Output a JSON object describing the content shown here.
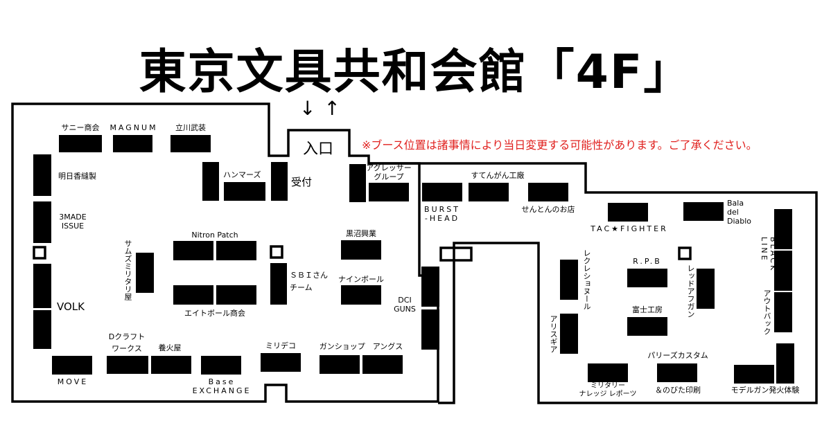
{
  "title": "東京文具共和会館「4F」",
  "notice": "※ブース位置は諸事情により当日変更する可能性があります。ご了承ください。",
  "entrance": {
    "arrows": "↓↑",
    "label": "入口"
  },
  "booths": {
    "sunny": "サニー商会",
    "magnum": "MAGNUM",
    "tachikawa": "立川武装",
    "asuka": "明日香縫製",
    "three_made": "3MADE\nISSUE",
    "volk": "VOLK",
    "samuzu": "サムズミリタリ屋",
    "hammers": "ハンマーズ",
    "reception": "受付",
    "nitron": "Nitron Patch",
    "eightball": "エイトボール商会",
    "sbi": "ＳＢＩさん\nチーム",
    "kuronuma": "黒沼興業",
    "nineball": "ナインボール",
    "dcraft": "Dクラフト\nワークス",
    "hibiya": "養火屋",
    "milideco": "ミリデコ",
    "gunshop": "ガンショップ　アングス",
    "move": "MOVE",
    "base": "Base\nEXCHANGE",
    "aggressor": "アグレッサー\nグループ",
    "burst": "BURST\n-HEAD",
    "sutengan": "すてんがん工廠",
    "senton": "せんとんのお店",
    "dci": "DCI\nGUNS",
    "tac": "TAC★FIGHTER",
    "bala": "Bala\ndel\nDiablo",
    "black": "BLACK\nLINE",
    "outback": "アウトバック",
    "recreation": "レクレショヌール",
    "alice": "アリスギア",
    "rpb": "R.P.B",
    "redoafgan": "レッドアフガン",
    "fuji": "富士工房",
    "pallies": "パリーズカスタム",
    "nobita": "＆のびた印刷",
    "knowledge": "ミリタリー\nナレッジ レポーツ",
    "modelgun": "モデルガン発火体験"
  },
  "colors": {
    "notice": "#e0201e",
    "booth": "#000000",
    "background": "#ffffff"
  }
}
